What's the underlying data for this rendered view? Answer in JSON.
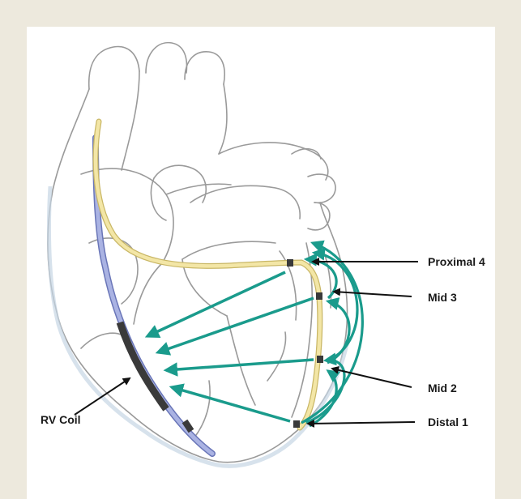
{
  "labels": {
    "proximal": "Proximal 4",
    "mid3": "Mid 3",
    "mid2": "Mid 2",
    "distal": "Distal 1",
    "rv_coil": "RV Coil"
  },
  "colors": {
    "background": "#ede9dd",
    "panel": "#ffffff",
    "vector_arrow": "#1a9b8c",
    "lv_lead": "#f3e6a6",
    "rv_lead": "#aab3e3",
    "coil": "#3a3a3a",
    "heart_outline": "#9a9a9a"
  }
}
